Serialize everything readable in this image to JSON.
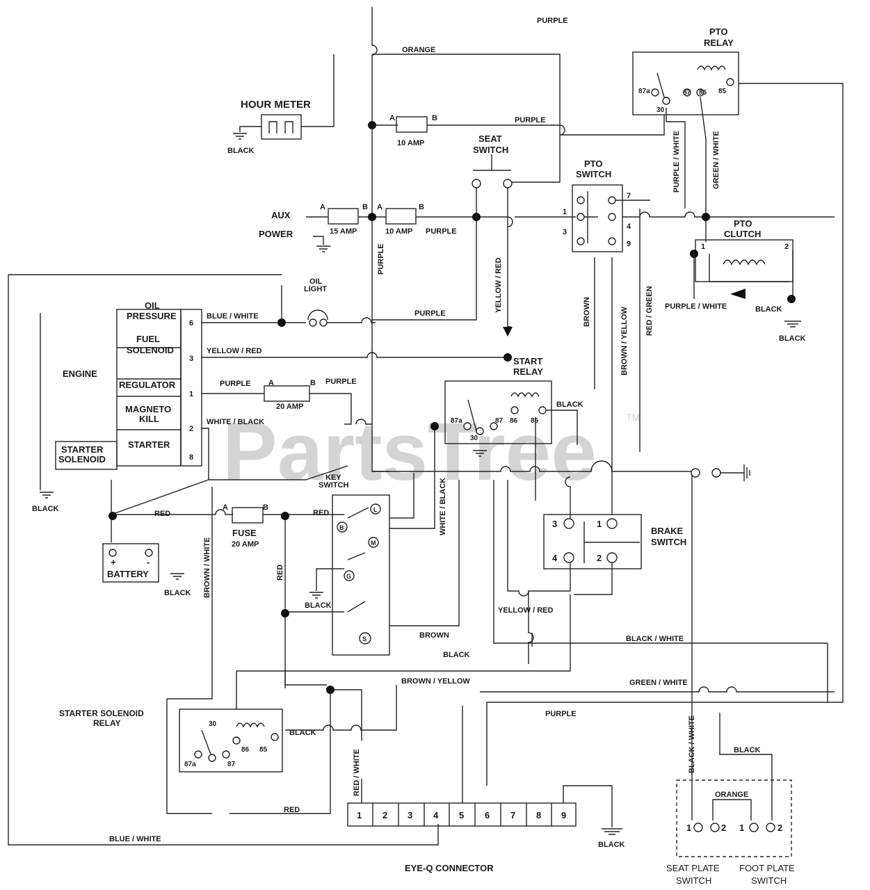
{
  "watermark": {
    "text": "PartsTree",
    "tm": "TM"
  },
  "components": {
    "hour_meter": "HOUR METER",
    "pto_relay": [
      "PTO",
      "RELAY"
    ],
    "seat_switch": [
      "SEAT",
      "SWITCH"
    ],
    "pto_switch": [
      "PTO",
      "SWITCH"
    ],
    "pto_clutch": [
      "PTO",
      "CLUTCH"
    ],
    "aux": "AUX",
    "power": "POWER",
    "oil_light": [
      "OIL",
      "LIGHT"
    ],
    "engine": "ENGINE",
    "oil_pressure": [
      "OIL",
      "PRESSURE"
    ],
    "fuel_solenoid": [
      "FUEL",
      "SOLENOID"
    ],
    "regulator": "REGULATOR",
    "magneto_kill": [
      "MAGNETO",
      "KILL"
    ],
    "starter": "STARTER",
    "starter_solenoid": [
      "STARTER",
      "SOLENOID"
    ],
    "start_relay": [
      "START",
      "RELAY"
    ],
    "key_switch": [
      "KEY",
      "SWITCH"
    ],
    "battery": "BATTERY",
    "fuse": "FUSE",
    "brake_switch": [
      "BRAKE",
      "SWITCH"
    ],
    "starter_solenoid_relay": [
      "STARTER SOLENOID",
      "RELAY"
    ],
    "eye_q_connector": "EYE-Q CONNECTOR",
    "seat_plate_switch": [
      "SEAT PLATE",
      "SWITCH"
    ],
    "foot_plate_switch": [
      "FOOT PLATE",
      "SWITCH"
    ]
  },
  "fuses": {
    "f10_top": "10 AMP",
    "f15": "15 AMP",
    "f10_mid": "10 AMP",
    "f20_reg": "20 AMP",
    "f20_main": "20 AMP"
  },
  "wires": {
    "purple": "PURPLE",
    "orange": "ORANGE",
    "black": "BLACK",
    "blue_white": "BLUE / WHITE",
    "yellow_red": "YELLOW / RED",
    "white_black": "WHITE / BLACK",
    "red": "RED",
    "brown": "BROWN",
    "brown_white": "BROWN / WHITE",
    "brown_yellow": "BROWN / YELLOW",
    "red_green": "RED / GREEN",
    "purple_white": "PURPLE / WHITE",
    "green_white": "GREEN / WHITE",
    "red_white": "RED / WHITE",
    "black_white": "BLACK / WHITE"
  },
  "pins": {
    "a": "A",
    "b": "B",
    "engine": [
      "6",
      "3",
      "1",
      "2",
      "8"
    ],
    "pto_switch": [
      "1",
      "3",
      "7",
      "4",
      "9"
    ],
    "pto_relay": [
      "87a",
      "87",
      "86",
      "85",
      "30"
    ],
    "start_relay": [
      "87a",
      "87",
      "86",
      "85",
      "30"
    ],
    "ssr": [
      "87a",
      "87",
      "86",
      "85",
      "30"
    ],
    "clutch": [
      "1",
      "2"
    ],
    "brake": [
      "3",
      "1",
      "4",
      "2"
    ],
    "key": [
      "L",
      "B",
      "M",
      "G",
      "S"
    ],
    "eyeq": [
      "1",
      "2",
      "3",
      "4",
      "5",
      "6",
      "7",
      "8",
      "9"
    ],
    "plate": [
      "1",
      "2",
      "1",
      "2"
    ],
    "plus": "+",
    "minus": "-"
  }
}
